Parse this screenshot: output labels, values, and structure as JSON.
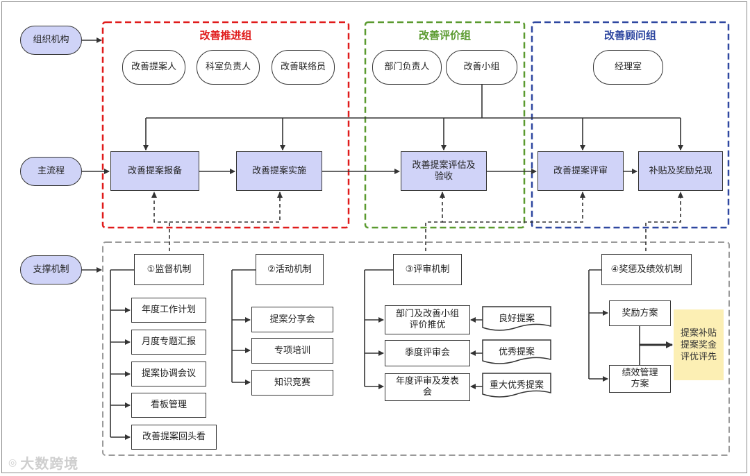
{
  "rows": {
    "org": "组织机构",
    "main": "主流程",
    "support": "支撑机制"
  },
  "groups": {
    "promote": {
      "title": "改善推进组",
      "color": "#e01b1b",
      "roles": [
        "改善提案人",
        "科室负责人",
        "改善联络员"
      ]
    },
    "evaluate": {
      "title": "改善评价组",
      "color": "#5a9a2f",
      "roles": [
        "部门负责人",
        "改善小组"
      ]
    },
    "advisor": {
      "title": "改善顾问组",
      "color": "#2e47a0",
      "roles": [
        "经理室"
      ]
    }
  },
  "process": [
    "改善提案报备",
    "改善提案实施",
    "改善提案评估及验收",
    "改善提案评审",
    "补贴及奖励兑现"
  ],
  "mechanisms": {
    "supervise": {
      "title": "①监督机制",
      "items": [
        "年度工作计划",
        "月度专题汇报",
        "提案协调会议",
        "看板管理",
        "改善提案回头看"
      ]
    },
    "activity": {
      "title": "②活动机制",
      "items": [
        "提案分享会",
        "专项培训",
        "知识竞赛"
      ]
    },
    "review": {
      "title": "③评审机制",
      "items": [
        "部门及改善小组评价推优",
        "季度评审会",
        "年度评审及发表会"
      ],
      "docs": [
        "良好提案",
        "优秀提案",
        "重大优秀提案"
      ]
    },
    "reward": {
      "title": "④奖惩及绩效机制",
      "items": [
        "奖励方案",
        "绩效管理方案"
      ],
      "note": "提案补贴提案奖金评优评先"
    }
  },
  "watermark": "大数跨境"
}
